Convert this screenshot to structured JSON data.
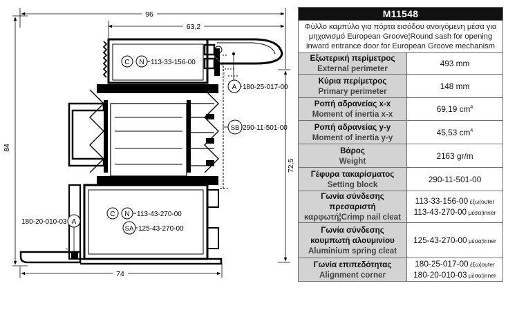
{
  "drawing": {
    "dim_top_96": "96",
    "dim_top_63_2": "63,2",
    "dim_left_84": "84",
    "dim_right_72_5": "72,5",
    "dim_bottom_74": "74",
    "upper_section": {
      "badge_c": "C",
      "badge_n": "N",
      "part": "113-33-156-00"
    },
    "lower_section": {
      "badge_c": "C",
      "badge_n": "N",
      "part_cn": "113-43-270-00",
      "badge_sa": "SA",
      "part_sa": "125-43-270-00"
    },
    "callout_a_right": {
      "badge": "A",
      "part": "180-25-017-00"
    },
    "callout_sb": {
      "badge": "SB",
      "part": "290-11-501-00"
    },
    "callout_a_left": {
      "badge": "A",
      "part": "180-20-010-03"
    }
  },
  "table": {
    "code": "M11548",
    "description": "Φύλλο καμπύλο για πόρτα εισόδου ανοιγόμενη μέσα για μηχανισμό European Groove¦Round sash for opening inward entrance door for European Groove mechanism",
    "rows": [
      {
        "gr": "Εξωτερική περίμετρος",
        "en": "External perimeter",
        "value": "493 mm"
      },
      {
        "gr": "Κύρια περίμετρος",
        "en": "Primary perimeter",
        "value": "148 mm"
      },
      {
        "gr": "Ροπή αδρανείας x-x",
        "en": "Moment of inertia x-x",
        "value": "69,19 cm",
        "sup": "4"
      },
      {
        "gr": "Ροπή αδρανείας y-y",
        "en": "Moment of inertia y-y",
        "value": "45,53 cm",
        "sup": "4"
      },
      {
        "gr": "Βάρος",
        "en": "Weight",
        "value": "2163 gr/m"
      },
      {
        "gr": "Γέφυρα τακαρίσματος",
        "en": "Setting block",
        "value": "290-11-501-00"
      },
      {
        "gr": "Γωνία σύνδεσης πρεσαριστή",
        "en": "καρφωτή¦Crimp nail cleat",
        "v1": "113-33-156-00",
        "s1": " έξω¦outer",
        "v2": "113-43-270-00",
        "s2": " μέσα¦inner"
      },
      {
        "gr": "Γωνία σύνδεσης",
        "gr2": "κουμπωτή αλουμινίου",
        "en": "Aluminium spring cleat",
        "v1": "125-43-270-00",
        "s1": " μέσα¦inner"
      },
      {
        "gr": "Γωνία επιπεδότητας",
        "en": "Alignment corner",
        "v1": "180-25-017-00",
        "s1": " έξω¦outer",
        "v2": "180-20-010-03",
        "s2": " μέσα¦inner"
      }
    ]
  }
}
